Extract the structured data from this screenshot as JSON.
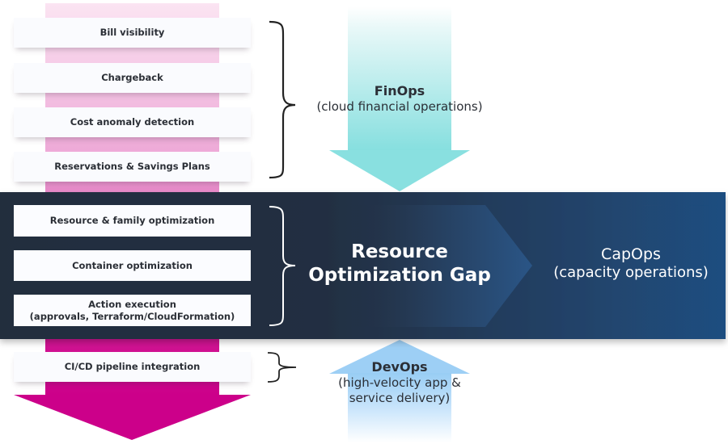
{
  "colors": {
    "pink_arrow": "#cc008a",
    "finops_arrow": "#88e0e0",
    "devops_arrow": "#9dcff5",
    "band_left": "#222d3e",
    "band_right": "#1f4e80",
    "chevron": "#2a5484"
  },
  "capability_stack": {
    "finops_items": [
      {
        "label": "Bill visibility"
      },
      {
        "label": "Chargeback"
      },
      {
        "label": "Cost anomaly detection"
      },
      {
        "label": "Reservations & Savings Plans"
      }
    ],
    "capops_items": [
      {
        "label": "Resource & family optimization"
      },
      {
        "label": "Container optimization"
      },
      {
        "label": "Action execution",
        "sublabel": "(approvals, Terraform/CloudFormation)"
      }
    ],
    "devops_items": [
      {
        "label": "CI/CD pipeline integration"
      }
    ]
  },
  "finops": {
    "title": "FinOps",
    "subtitle": "(cloud financial operations)"
  },
  "gap": {
    "line1": "Resource",
    "line2": "Optimization Gap"
  },
  "capops": {
    "title": "CapOps",
    "subtitle": "(capacity operations)"
  },
  "devops": {
    "title": "DevOps",
    "subtitle_line1": "(high-velocity app &",
    "subtitle_line2": "service delivery)"
  }
}
